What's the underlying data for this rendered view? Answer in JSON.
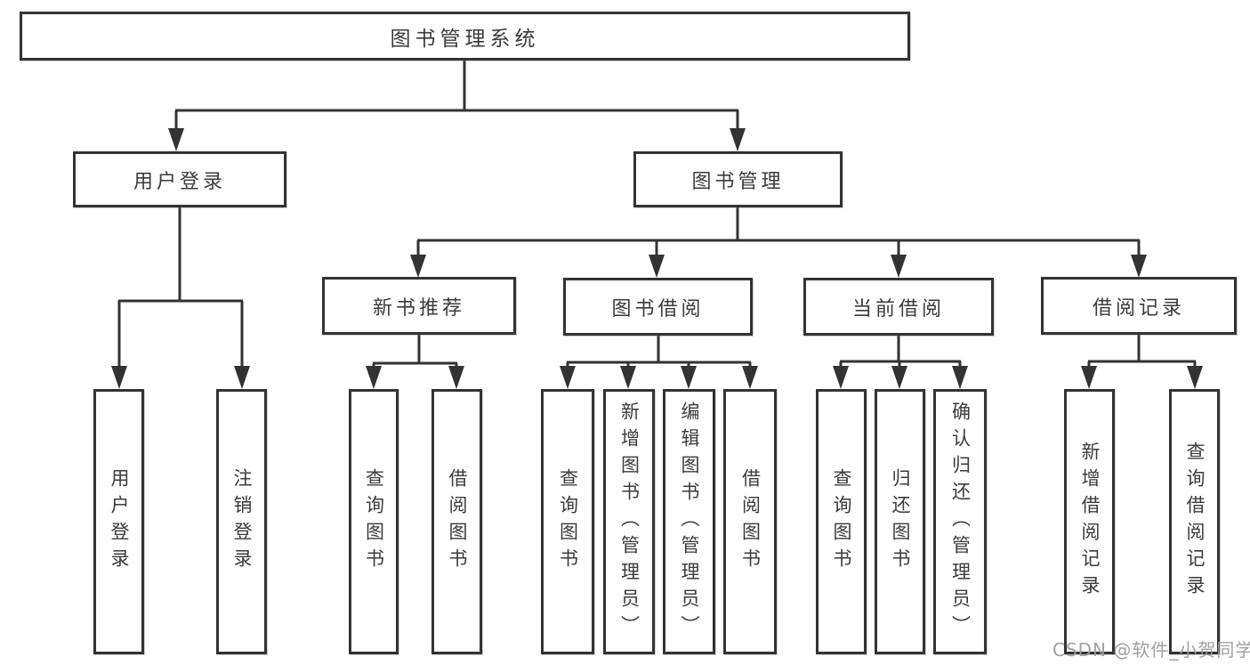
{
  "diagram": {
    "root": {
      "label": "图书管理系统"
    },
    "branches": [
      {
        "label": "用户登录",
        "children": [
          {
            "label": "用户登录"
          },
          {
            "label": "注销登录"
          }
        ]
      },
      {
        "label": "图书管理",
        "children": [
          {
            "label": "新书推荐",
            "children": [
              {
                "label": "查询图书"
              },
              {
                "label": "借阅图书"
              }
            ]
          },
          {
            "label": "图书借阅",
            "children": [
              {
                "label": "查询图书"
              },
              {
                "label": "新增图书（管理员）"
              },
              {
                "label": "编辑图书（管理员）"
              },
              {
                "label": "借阅图书"
              }
            ]
          },
          {
            "label": "当前借阅",
            "children": [
              {
                "label": "查询图书"
              },
              {
                "label": "归还图书"
              },
              {
                "label": "确认归还（管理员）"
              }
            ]
          },
          {
            "label": "借阅记录",
            "children": [
              {
                "label": "新增借阅记录"
              },
              {
                "label": "查询借阅记录"
              }
            ]
          }
        ]
      }
    ]
  },
  "watermark": {
    "text": "CSDN @软件_小贺同学"
  },
  "colors": {
    "line": "#333333",
    "box_border": "#333333",
    "text": "#3b3b3b",
    "watermark": "#9b9b9b",
    "background": "#ffffff"
  }
}
